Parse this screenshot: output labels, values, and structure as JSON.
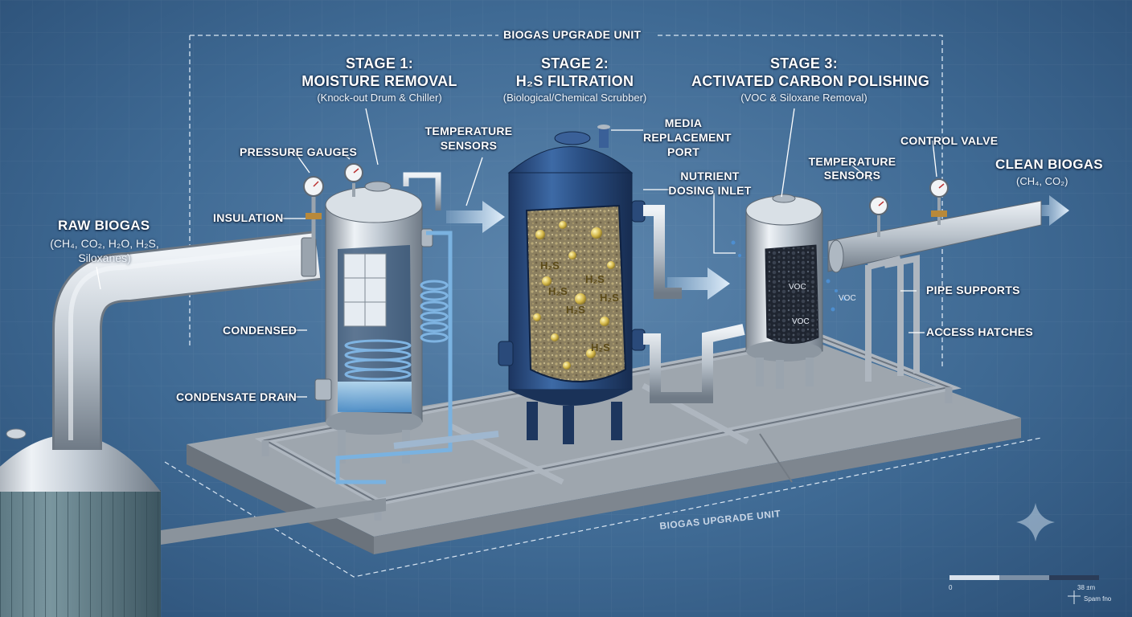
{
  "frame_title": "BIOGAS UPGRADE UNIT",
  "plate_label": "BIOGAS UPGRADE UNIT",
  "stages": [
    {
      "title_line1": "STAGE 1:",
      "title_line2": "MOISTURE REMOVAL",
      "subtitle": "(Knock-out Drum & Chiller)"
    },
    {
      "title_line1": "STAGE 2:",
      "title_line2": "H₂S FILTRATION",
      "subtitle": "(Biological/Chemical Scrubber)"
    },
    {
      "title_line1": "STAGE 3:",
      "title_line2": "ACTIVATED CARBON POLISHING",
      "subtitle": "(VOC & Siloxane Removal)"
    }
  ],
  "raw_biogas": {
    "title": "RAW BIOGAS",
    "line1": "(CH₄, CO₂, H₂O, H₂S,",
    "line2": "Siloxanes)"
  },
  "clean_biogas": {
    "title": "CLEAN BIOGAS",
    "composition": "(CH₄, CO₂)"
  },
  "callouts": {
    "pressure_gauges": "PRESSURE GAUGES",
    "insulation": "INSULATION",
    "condensed": "CONDENSED",
    "condensate_drain": "CONDENSATE DRAIN",
    "temp_sensors_1_line1": "TEMPERATURE",
    "temp_sensors_1_line2": "SENSORS",
    "media_line1": "MEDIA",
    "media_line2": "REPLACEMENT",
    "media_line3": "PORT",
    "nutrient_line1": "NUTRIENT",
    "nutrient_line2": "DOSING INLET",
    "temp_sensors_2_line1": "TEMPERATURE",
    "temp_sensors_2_line2": "SENSORS",
    "control_valve": "CONTROL VALVE",
    "pipe_supports": "PIPE SUPPORTS",
    "access_hatches": "ACCESS HATCHES"
  },
  "media_tags": [
    "H₂S",
    "H₂S",
    "H₂S",
    "H₂S",
    "H₂S",
    "H₂S"
  ],
  "voc_tags": [
    "VOC",
    "VOC",
    "VOC"
  ],
  "scale": {
    "zero": "0",
    "end": "38 ±m",
    "note": "Spam fno"
  },
  "colors": {
    "background": "#4a7399",
    "stage2_vessel": "#284a7a",
    "steel": "#b8c2cc",
    "media": "#a89560",
    "water": "#8cc8f0"
  }
}
